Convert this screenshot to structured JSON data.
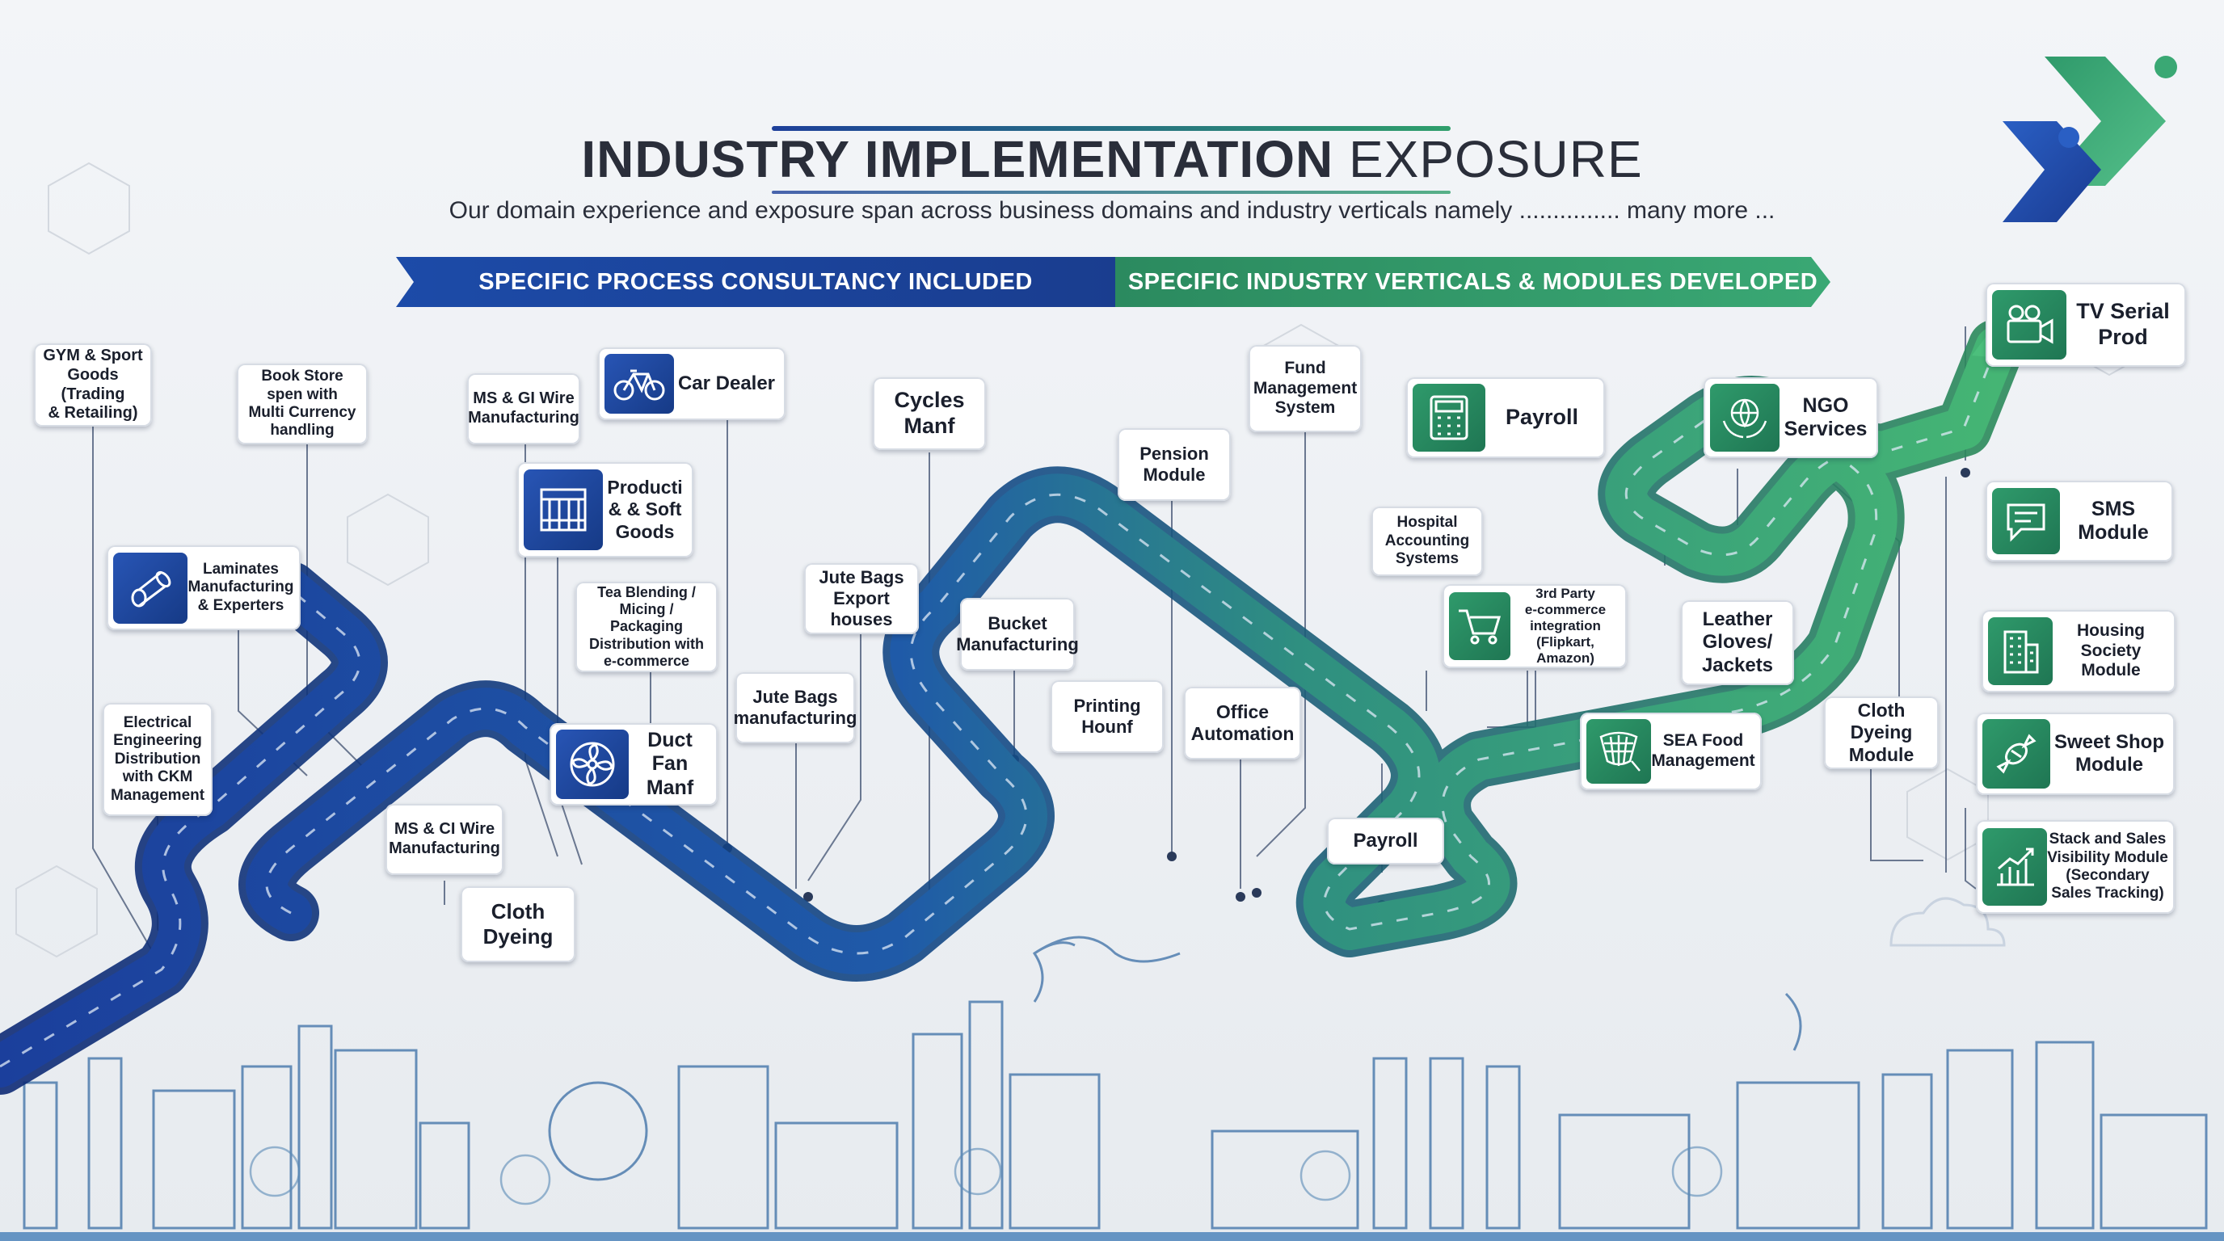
{
  "title": {
    "bold": "INDUSTRY IMPLEMENTATION",
    "light": "EXPOSURE"
  },
  "subtitle": "Our domain experience and exposure span across business domains and industry verticals namely ............... many more ...",
  "banners": {
    "left": "SPECIFIC PROCESS CONSULTANCY INCLUDED",
    "right": "SPECIFIC INDUSTRY VERTICALS & MODULES DEVELOPED"
  },
  "colors": {
    "blue": "#1d3f9a",
    "green": "#3aa874",
    "navy": "#1a2a6c"
  },
  "cards": {
    "gym": "GYM & Sport\nGoods (Trading\n& Retailing)",
    "bookstore": "Book Store\nspen with\nMulti Currency\nhandling",
    "laminates": "Laminates\nManufacturing\n& Experters",
    "electrical": "Electrical\nEngineering\nDistribution\nwith CKM\nManagement",
    "msgi": "MS & GI Wire\nManufacturing",
    "cardealer": "Car Dealer",
    "producti": "Producti\n& & Soft\nGoods",
    "tea": "Tea Blending /\nMicing / Packaging\nDistribution with\ne-commerce",
    "ductfan": "Duct Fan\nManf",
    "msci": "MS & CI Wire\nManufacturing",
    "clothdyeing": "Cloth\nDyeing",
    "cycles": "Cycles\nManf",
    "jutebags_export": "Jute Bags\nExport houses",
    "jutebags_manf": "Jute Bags\nmanufacturing",
    "bucket": "Bucket\nManufacturing",
    "printing": "Printing\nHounf",
    "pension": "Pension\nModule",
    "fund": "Fund\nManagement\nSystem",
    "office": "Office\nAutomation",
    "payroll_bottom": "Payroll",
    "payroll_top": "Payroll",
    "hospital": "Hospital\nAccounting\nSystems",
    "ecommerce": "3rd Party\ne-commerce\nintegration\n(Flipkart, Amazon)",
    "leather": "Leather\nGloves/\nJackets",
    "seafood": "SEA Food\nManagement",
    "ngo": "NGO\nServices",
    "clothdyeing_module": "Cloth Dyeing\nModule",
    "tvserial": "TV Serial\nProd",
    "sms": "SMS Module",
    "housing": "Housing\nSociety Module",
    "sweetshop": "Sweet Shop\nModule",
    "stack": "Stack and Sales\nVisibility Module\n(Secondary\nSales Tracking)"
  },
  "icons": {
    "laminates": "pipe-roll-icon",
    "cardealer": "bicycle-icon",
    "producti": "loom-icon",
    "ductfan": "fan-icon",
    "payroll_top": "calculator-icon",
    "ecommerce": "shopping-cart-icon",
    "seafood": "fishing-net-icon",
    "ngo": "globe-hands-icon",
    "tvserial": "video-camera-icon",
    "sms": "chat-bubble-icon",
    "housing": "building-icon",
    "sweetshop": "candy-icon",
    "stack": "bar-chart-icon"
  }
}
